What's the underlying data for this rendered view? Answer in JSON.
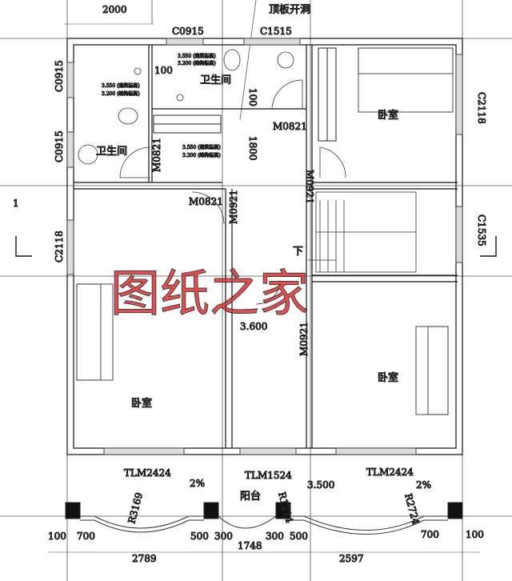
{
  "top": {
    "dim_2000": "2000",
    "ceiling_opening": "顶板开洞",
    "window_c0915": "C0915",
    "window_c1515": "C1515"
  },
  "left": {
    "window_c0915_a": "C0915",
    "window_c0915_b": "C0915",
    "window_c2118": "C2118",
    "section_mark": "1"
  },
  "bathrooms": {
    "label_a": "卫生间",
    "label_b": "卫生间",
    "thickness_100": "100",
    "elev_building": "3.550 (建筑标高)",
    "elev_structure": "3.200 (结构标高)"
  },
  "doors": {
    "m0821_a": "M0821",
    "m0821_b": "M0821",
    "m0821_c": "M0821",
    "m0921_a": "M0921",
    "m0921_b": "M0921",
    "m0921_c": "M0921"
  },
  "dims": {
    "vert_100": "100",
    "vert_1800": "1800"
  },
  "rooms": {
    "bedroom_top_right": "卧室",
    "bedroom_left": "卧室",
    "bedroom_bottom_right": "卧室"
  },
  "right": {
    "window_c2118": "C2118",
    "window_c1535": "C1535",
    "stair_down": "下"
  },
  "corridor_elevation": "3.600",
  "watermark": "图纸之家",
  "balcony": {
    "door_left": "TLM2424",
    "door_mid": "TLM1524",
    "door_right": "TLM2424",
    "label": "阳台",
    "elevation": "3.500",
    "slope_left": "2%",
    "slope_right": "2%",
    "radius_left": "R3169",
    "radius_mid": "R1214",
    "radius_right": "R2724"
  },
  "bottom_dims": [
    "100",
    "700",
    "2789",
    "500",
    "300",
    "1748",
    "300",
    "500",
    "2597",
    "700",
    "100"
  ]
}
